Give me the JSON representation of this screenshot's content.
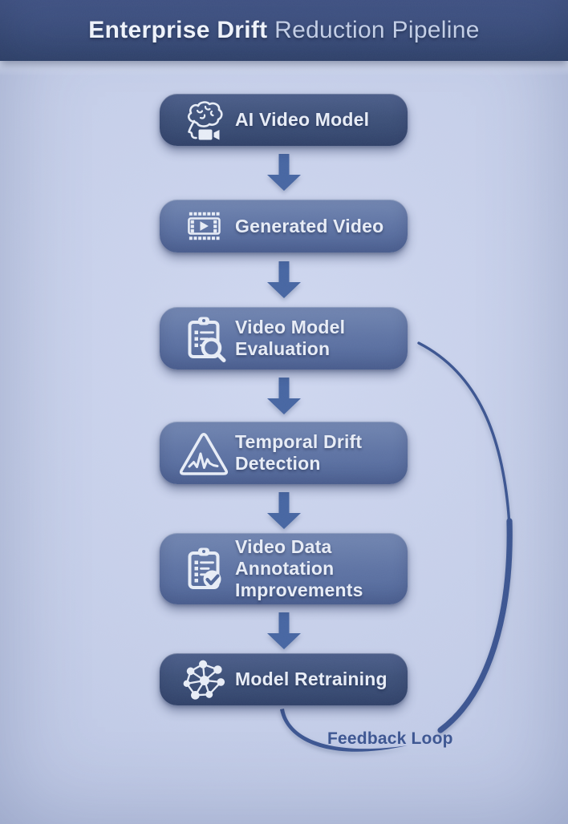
{
  "header": {
    "title_emphasis": "Enterprise Drift",
    "title_rest": " Reduction Pipeline"
  },
  "pipeline": {
    "nodes": [
      {
        "id": "ai-video-model",
        "label": "AI Video Model",
        "icon": "brain-camera-icon",
        "tone": "dark"
      },
      {
        "id": "generated-video",
        "label": "Generated Video",
        "icon": "filmstrip-play-icon",
        "tone": "light"
      },
      {
        "id": "video-model-evaluation",
        "label": "Video Model\nEvaluation",
        "icon": "clipboard-magnifier-icon",
        "tone": "light"
      },
      {
        "id": "temporal-drift-detection",
        "label": "Temporal Drift\nDetection",
        "icon": "warning-waveform-icon",
        "tone": "light"
      },
      {
        "id": "video-data-annotation",
        "label": "Video Data\nAnnotation\nImprovements",
        "icon": "clipboard-check-icon",
        "tone": "light"
      },
      {
        "id": "model-retraining",
        "label": "Model Retraining",
        "icon": "network-nodes-icon",
        "tone": "dark"
      }
    ],
    "feedback_label": "Feedback Loop"
  },
  "colors": {
    "header_bg": "#3b4e7c",
    "header_bg_top": "#46598c",
    "canvas_bg": "#c6cfe9",
    "node_dark": "#3e5179",
    "node_light": "#5f74a4",
    "node_text": "#e9eef7",
    "arrow": "#4766a2",
    "feedback_stroke": "#3c5591",
    "title_emphasis": "#f0f4fb",
    "title_rest": "#c4cfe6"
  }
}
